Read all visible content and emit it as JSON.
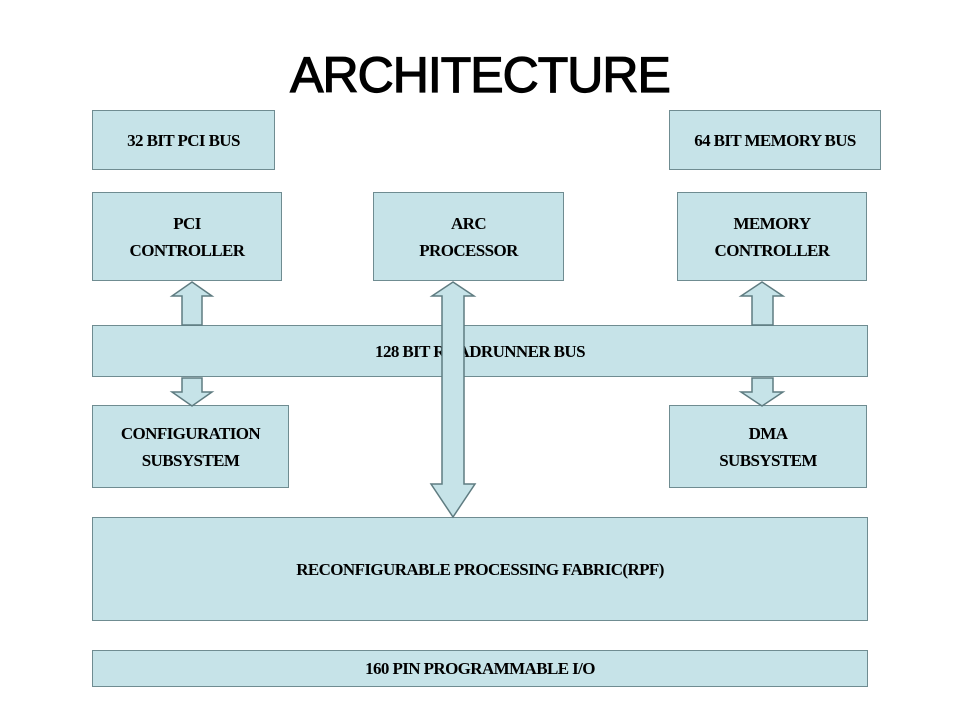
{
  "title": "ARCHITECTURE",
  "boxes": {
    "pci_bus": "32 BIT PCI BUS",
    "memory_bus": "64 BIT MEMORY BUS",
    "pci_controller": "PCI\nCONTROLLER",
    "arc_processor": "ARC\nPROCESSOR",
    "memory_controller": "MEMORY\nCONTROLLER",
    "roadrunner_bus": "128 BIT ROADRUNNER BUS",
    "configuration_subsystem": "CONFIGURATION\nSUBSYSTEM",
    "dma_subsystem": "DMA\nSUBSYSTEM",
    "rpf": "RECONFIGURABLE PROCESSING FABRIC(RPF)",
    "programmable_io": "160 PIN PROGRAMMABLE I/O"
  },
  "colors": {
    "box_fill": "#c6e3e8",
    "box_border": "#6f8c91",
    "arrow_fill": "#c6e3e8",
    "arrow_stroke": "#5f7c81"
  }
}
